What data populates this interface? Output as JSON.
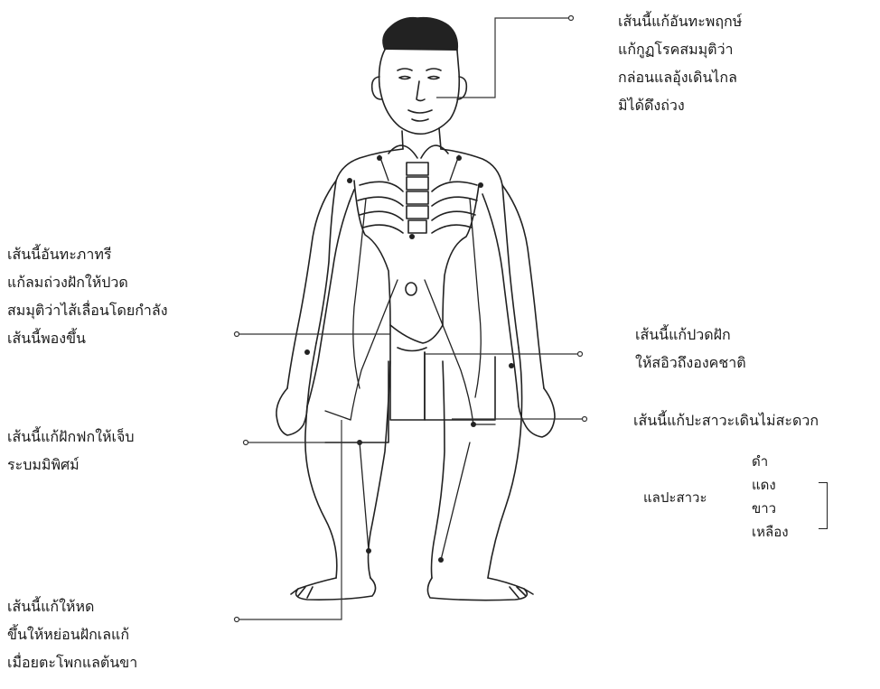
{
  "annotations": {
    "top_right": {
      "lines": [
        "เส้นนี้แก้อันทะพฤกษ์",
        "แก้กูฏโรคสมมุติว่า",
        "กล่อนแลอุ้งเดินไกล",
        "มิได้ดึงถ่วง"
      ]
    },
    "left_upper": {
      "lines": [
        "เส้นนี้อันทะภาทรี",
        "แก้ลมถ่วงฝักให้ปวด",
        "สมมุติว่าไส้เลื่อนโดยกำลัง",
        "เส้นนี้พองขึ้น"
      ]
    },
    "right_middle": {
      "lines": [
        "เส้นนี้แก้ปวดฝัก",
        "ให้สอิวถึงองคชาติ"
      ]
    },
    "right_lower": {
      "line": "เส้นนี้แก้ปะสาวะเดินไม่สะดวก",
      "prefix": "แลปะสาวะ",
      "colors": [
        "ดำ",
        "แดง",
        "ขาว",
        "เหลือง"
      ]
    },
    "left_middle": {
      "lines": [
        "เส้นนี้แก้ฝักฟกให้เจ็บ",
        "ระบมมิพิศม์"
      ]
    },
    "left_lower": {
      "lines": [
        "เส้นนี้แก้ให้หด",
        "ขึ้นให้หย่อนฝักเลแก้",
        "เมื่อยตะโพกแลต้นขา"
      ]
    }
  }
}
